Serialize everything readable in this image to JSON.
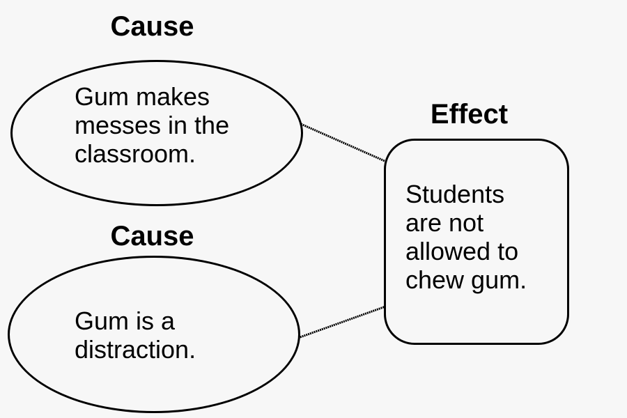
{
  "causes": [
    {
      "heading": "Cause",
      "lines": [
        "Gum makes",
        "messes in the",
        "classroom."
      ]
    },
    {
      "heading": "Cause",
      "lines": [
        "Gum is a",
        "distraction."
      ]
    }
  ],
  "effect": {
    "heading": "Effect",
    "lines": [
      "Students",
      "are not",
      "allowed to",
      "chew gum."
    ]
  },
  "colors": {
    "background": "#f7f7f7",
    "stroke": "#000000"
  }
}
